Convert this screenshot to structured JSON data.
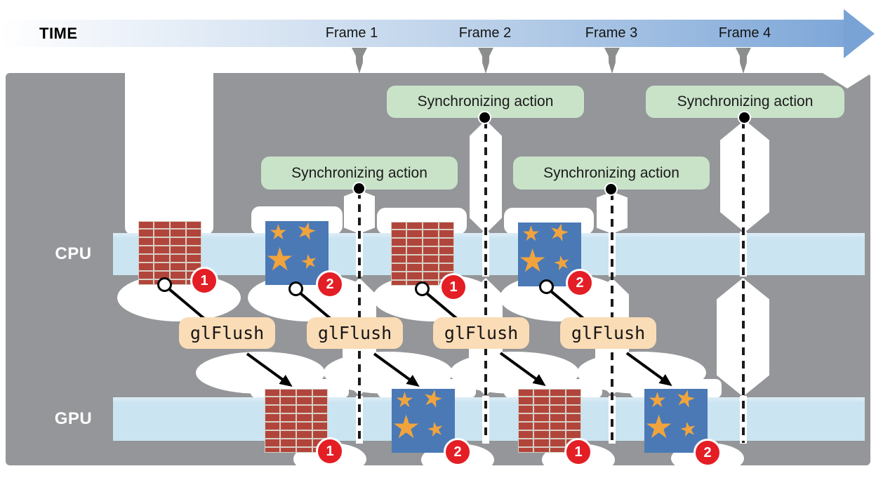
{
  "timeline": {
    "label": "TIME",
    "frames": [
      "Frame 1",
      "Frame 2",
      "Frame 3",
      "Frame 4"
    ]
  },
  "lanes": {
    "cpu": "CPU",
    "gpu": "GPU"
  },
  "sync_actions": [
    {
      "label": "Synchronizing action",
      "frame": "Frame 2"
    },
    {
      "label": "Synchronizing action",
      "frame": "Frame 4"
    },
    {
      "label": "Synchronizing action",
      "frame": "Frame 1"
    },
    {
      "label": "Synchronizing action",
      "frame": "Frame 3"
    }
  ],
  "flush_calls": [
    {
      "label": "glFlush"
    },
    {
      "label": "glFlush"
    },
    {
      "label": "glFlush"
    },
    {
      "label": "glFlush"
    }
  ],
  "cpu_items": [
    {
      "texture": "brick",
      "badge": "1"
    },
    {
      "texture": "stars",
      "badge": "2"
    },
    {
      "texture": "brick",
      "badge": "1"
    },
    {
      "texture": "stars",
      "badge": "2"
    }
  ],
  "gpu_items": [
    {
      "texture": "brick",
      "badge": "1"
    },
    {
      "texture": "stars",
      "badge": "2"
    },
    {
      "texture": "brick",
      "badge": "1"
    },
    {
      "texture": "stars",
      "badge": "2"
    }
  ],
  "colors": {
    "background_gray": "#949699",
    "band_blue": "#cae4f1",
    "sync_green": "#c9e3c9",
    "flush_peach": "#fadcb6",
    "badge_red": "#e41e25",
    "arrow_blue_end": "#7ea7d8",
    "brick_red": "#b2453b",
    "star_blue": "#4a79b6",
    "star_orange": "#f1a43d"
  }
}
